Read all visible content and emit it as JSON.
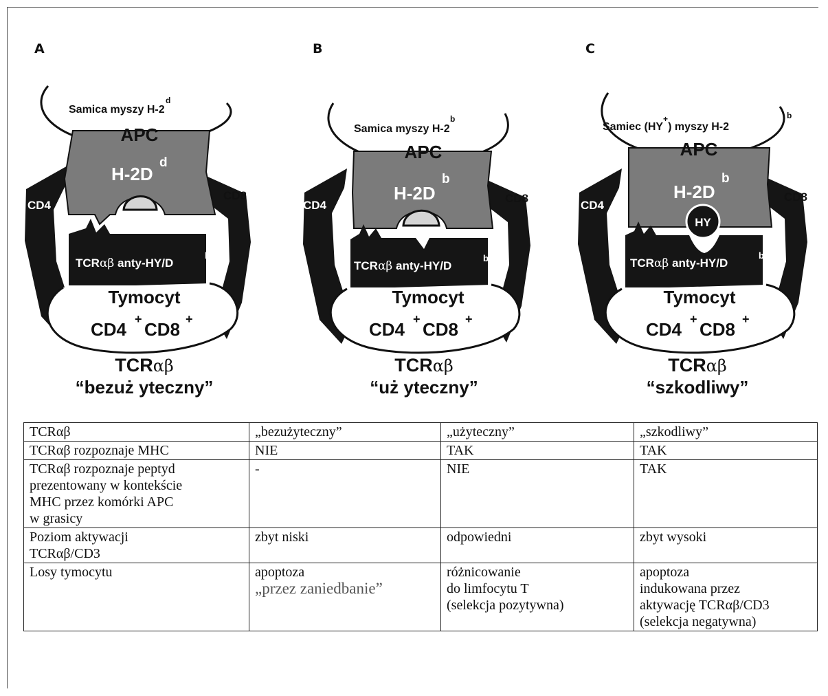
{
  "panels": [
    {
      "letter": "A",
      "cell": "Samica myszy H-2",
      "cell_sup": "d",
      "apc": "APC",
      "mhc": "H-2D",
      "mhc_sup": "d",
      "peptide": "",
      "cd4": "CD4",
      "cd8": "CD8",
      "tcr_pre": "TCR",
      "tcr_greek": "αβ",
      "tcr_post": " anty-HY/D",
      "tcr_sup": "b",
      "thymocyte": "Tymocyt",
      "cd4cd8_a": "CD4",
      "cd4cd8_b": "CD8",
      "plus": "+",
      "caption_pre": "TCR",
      "caption_greek": "αβ",
      "caption_quote": "“bezuż yteczny”"
    },
    {
      "letter": "B",
      "cell": "Samica myszy H-2",
      "cell_sup": "b",
      "apc": "APC",
      "mhc": "H-2D",
      "mhc_sup": "b",
      "peptide": "",
      "cd4": "CD4",
      "cd8": "CD8",
      "tcr_pre": "TCR",
      "tcr_greek": "αβ",
      "tcr_post": " anty-HY/D",
      "tcr_sup": "b",
      "thymocyte": "Tymocyt",
      "cd4cd8_a": "CD4",
      "cd4cd8_b": "CD8",
      "plus": "+",
      "caption_pre": "TCR",
      "caption_greek": "αβ",
      "caption_quote": "“uż yteczny”"
    },
    {
      "letter": "C",
      "cell": "Samiec (HY",
      "cell_sup_mid": "+",
      "cell_post": ") myszy H-2",
      "cell_sup": "b",
      "apc": "APC",
      "mhc": "H-2D",
      "mhc_sup": "b",
      "peptide": "HY",
      "cd4": "CD4",
      "cd8": "CD8",
      "tcr_pre": "TCR",
      "tcr_greek": "αβ",
      "tcr_post": " anty-HY/D",
      "tcr_sup": "b",
      "thymocyte": "Tymocyt",
      "cd4cd8_a": "CD4",
      "cd4cd8_b": "CD8",
      "plus": "+",
      "caption_pre": "TCR",
      "caption_greek": "αβ",
      "caption_quote": "“szkodliwy”"
    }
  ],
  "table": {
    "rows": [
      {
        "cells": [
          [
            "TCRαβ"
          ],
          [
            "„bezużyteczny”"
          ],
          [
            "„użyteczny”"
          ],
          [
            "„szkodliwy”"
          ]
        ]
      },
      {
        "cells": [
          [
            "TCRαβ rozpoznaje MHC"
          ],
          [
            "NIE"
          ],
          [
            "TAK"
          ],
          [
            "TAK"
          ]
        ]
      },
      {
        "cells": [
          [
            "TCRαβ rozpoznaje peptyd",
            "prezentowany w kontekście",
            "MHC przez komórki APC",
            "w grasicy"
          ],
          [
            "-"
          ],
          [
            "NIE"
          ],
          [
            "TAK"
          ]
        ]
      },
      {
        "cells": [
          [
            "Poziom aktywacji",
            "TCRαβ/CD3"
          ],
          [
            "zbyt niski"
          ],
          [
            "odpowiedni"
          ],
          [
            "zbyt wysoki"
          ]
        ]
      },
      {
        "cells": [
          [
            "Losy tymocytu"
          ],
          [
            " apoptoza",
            "„przez zaniedbanie”"
          ],
          [
            " różnicowanie",
            "do limfocytu T",
            "(selekcja pozytywna)"
          ],
          [
            " apoptoza",
            "indukowana przez",
            "aktywację TCRαβ/CD3",
            "(selekcja negatywna)"
          ]
        ]
      }
    ]
  }
}
